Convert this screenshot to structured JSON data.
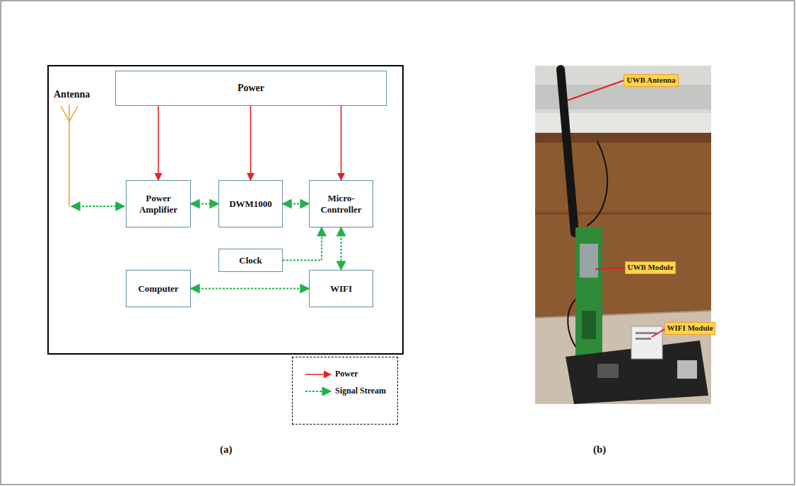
{
  "diagram": {
    "nodes": [
      {
        "text": [
          "Power"
        ]
      },
      {
        "text": [
          "Power Amplifier"
        ]
      },
      {
        "text": [
          "DWM1000"
        ]
      },
      {
        "text": [
          "Micro- Controller"
        ]
      },
      {
        "text": [
          "Clock"
        ]
      },
      {
        "text": [
          "Computer"
        ]
      },
      {
        "text": [
          "WIFI"
        ]
      },
      {
        "text": [
          "UWB Antenna"
        ]
      },
      {
        "text": [
          "UWB Module"
        ]
      },
      {
        "text": [
          "WIFI Module"
        ]
      }
    ],
    "edges": [
      {
        "from": 0,
        "to": 1,
        "arrow": "to"
      },
      {
        "from": 0,
        "to": 2,
        "arrow": "to"
      },
      {
        "from": 0,
        "to": 3,
        "arrow": "to"
      },
      {
        "from": 1,
        "to": 2,
        "arrow": "both"
      },
      {
        "from": 2,
        "to": 3,
        "arrow": "both"
      },
      {
        "from": 4,
        "to": 3,
        "arrow": "to"
      },
      {
        "from": 5,
        "to": 6,
        "arrow": "both"
      },
      {
        "from": 3,
        "to": 6,
        "arrow": "both"
      }
    ],
    "labels": [
      "Antenna",
      "(a)",
      "(b)"
    ],
    "legend": [
      {
        "text": "Power"
      },
      {
        "text": "Signal Stream"
      }
    ]
  }
}
